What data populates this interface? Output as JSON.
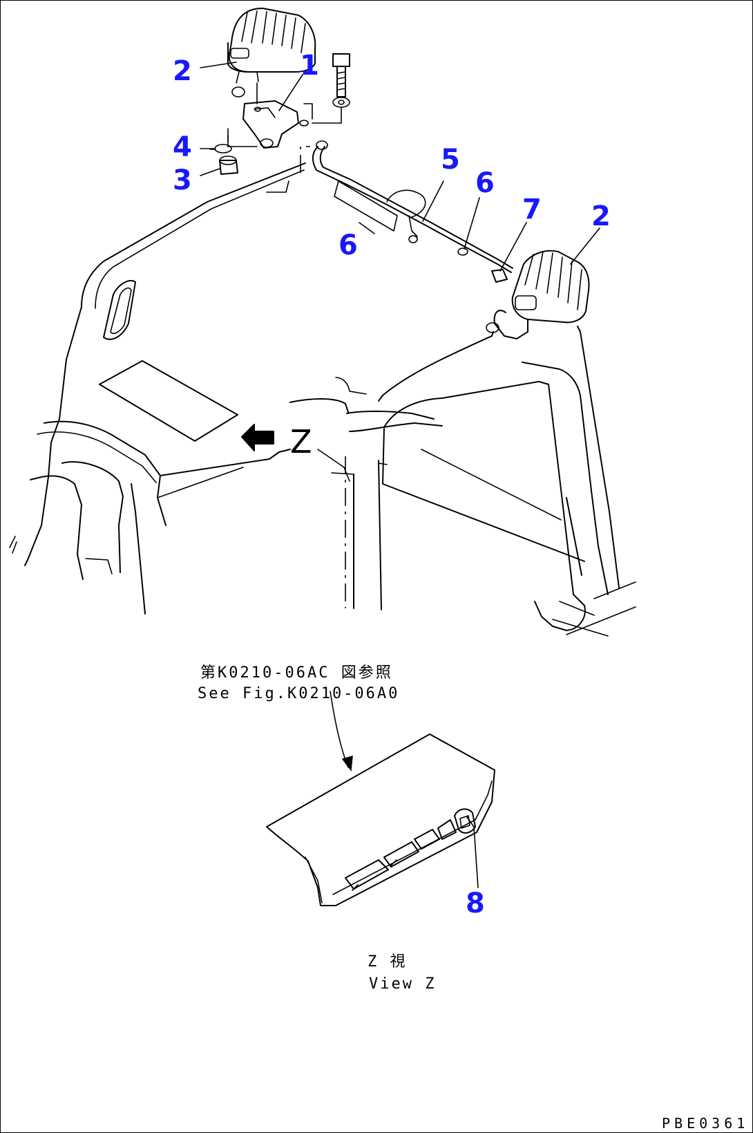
{
  "callouts": [
    {
      "id": "c2a",
      "text": "2"
    },
    {
      "id": "c1",
      "text": "1"
    },
    {
      "id": "c4",
      "text": "4"
    },
    {
      "id": "c3",
      "text": "3"
    },
    {
      "id": "c5",
      "text": "5"
    },
    {
      "id": "c6a",
      "text": "6"
    },
    {
      "id": "c6b",
      "text": "6"
    },
    {
      "id": "c7",
      "text": "7"
    },
    {
      "id": "c2b",
      "text": "2"
    },
    {
      "id": "c8",
      "text": "8"
    }
  ],
  "view_arrow_label": "Z",
  "reference_note": {
    "jp": "第K0210-06AC 図参照",
    "en": "See Fig.K0210-06A0"
  },
  "view_caption": {
    "jp": "Z 視",
    "en": "View Z"
  },
  "drawing_code": "PBE0361",
  "colors": {
    "callout": "#1818ff",
    "line": "#000000",
    "background": "#ffffff"
  }
}
